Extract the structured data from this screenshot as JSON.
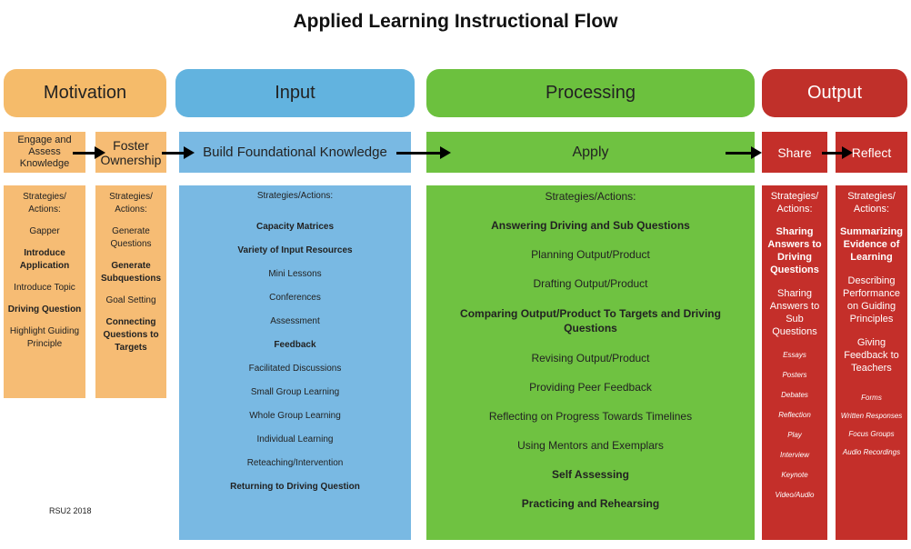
{
  "title": "Applied Learning Instructional Flow",
  "footnote": "RSU2 2018",
  "headers": {
    "motivation": "Motivation",
    "input": "Input",
    "processing": "Processing",
    "output": "Output"
  },
  "steps": {
    "engage": "Engage and Assess Knowledge",
    "foster": "Foster Ownership",
    "build": "Build Foundational Knowledge",
    "apply": "Apply",
    "share": "Share",
    "reflect": "Reflect"
  },
  "columns": {
    "engage": [
      {
        "text": "Strategies/ Actions:",
        "bold": false,
        "italic": false
      },
      {
        "text": "Gapper",
        "bold": false,
        "italic": false
      },
      {
        "text": "Introduce Application",
        "bold": true,
        "italic": false
      },
      {
        "text": "Introduce Topic",
        "bold": false,
        "italic": false
      },
      {
        "text": "Driving Question",
        "bold": true,
        "italic": false
      },
      {
        "text": "Highlight Guiding Principle",
        "bold": false,
        "italic": false
      }
    ],
    "foster": [
      {
        "text": "Strategies/ Actions:",
        "bold": false,
        "italic": false
      },
      {
        "text": "Generate Questions",
        "bold": false,
        "italic": false
      },
      {
        "text": "Generate Subquestions",
        "bold": true,
        "italic": false
      },
      {
        "text": "Goal Setting",
        "bold": false,
        "italic": false
      },
      {
        "text": "Connecting Questions to Targets",
        "bold": true,
        "italic": false
      }
    ],
    "input": [
      {
        "text": "Strategies/Actions:",
        "bold": false,
        "italic": false
      },
      {
        "text": "Capacity Matrices",
        "bold": true,
        "italic": false
      },
      {
        "text": "Variety of Input Resources",
        "bold": true,
        "italic": false
      },
      {
        "text": "Mini Lessons",
        "bold": false,
        "italic": false
      },
      {
        "text": "Conferences",
        "bold": false,
        "italic": false
      },
      {
        "text": "Assessment",
        "bold": false,
        "italic": false
      },
      {
        "text": "Feedback",
        "bold": true,
        "italic": false
      },
      {
        "text": "Facilitated Discussions",
        "bold": false,
        "italic": false
      },
      {
        "text": "Small Group Learning",
        "bold": false,
        "italic": false
      },
      {
        "text": "Whole Group Learning",
        "bold": false,
        "italic": false
      },
      {
        "text": "Individual Learning",
        "bold": false,
        "italic": false
      },
      {
        "text": "Reteaching/Intervention",
        "bold": false,
        "italic": false
      },
      {
        "text": "Returning to Driving Question",
        "bold": true,
        "italic": false
      }
    ],
    "processing": [
      {
        "text": "Strategies/Actions:",
        "bold": false,
        "italic": false
      },
      {
        "text": "Answering Driving and Sub Questions",
        "bold": true,
        "italic": false
      },
      {
        "text": "Planning Output/Product",
        "bold": false,
        "italic": false
      },
      {
        "text": "Drafting Output/Product",
        "bold": false,
        "italic": false
      },
      {
        "text": "Comparing Output/Product To Targets and Driving Questions",
        "bold": true,
        "italic": false
      },
      {
        "text": "Revising Output/Product",
        "bold": false,
        "italic": false
      },
      {
        "text": "Providing Peer Feedback",
        "bold": false,
        "italic": false
      },
      {
        "text": "Reflecting on Progress Towards Timelines",
        "bold": false,
        "italic": false
      },
      {
        "text": "Using Mentors and Exemplars",
        "bold": false,
        "italic": false
      },
      {
        "text": "Self Assessing",
        "bold": true,
        "italic": false
      },
      {
        "text": "Practicing and Rehearsing",
        "bold": true,
        "italic": false
      }
    ],
    "share": [
      {
        "text": "Strategies/ Actions:",
        "bold": false,
        "italic": false
      },
      {
        "text": "Sharing Answers to Driving Questions",
        "bold": true,
        "italic": false
      },
      {
        "text": "Sharing Answers to Sub Questions",
        "bold": false,
        "italic": false
      },
      {
        "text": "Essays",
        "bold": false,
        "italic": true
      },
      {
        "text": "Posters",
        "bold": false,
        "italic": true
      },
      {
        "text": "Debates",
        "bold": false,
        "italic": true
      },
      {
        "text": "Reflection",
        "bold": false,
        "italic": true
      },
      {
        "text": "Play",
        "bold": false,
        "italic": true
      },
      {
        "text": "Interview",
        "bold": false,
        "italic": true
      },
      {
        "text": "Keynote",
        "bold": false,
        "italic": true
      },
      {
        "text": "Video/Audio",
        "bold": false,
        "italic": true
      }
    ],
    "reflect": [
      {
        "text": "Strategies/ Actions:",
        "bold": false,
        "italic": false
      },
      {
        "text": "Summarizing Evidence of Learning",
        "bold": true,
        "italic": false
      },
      {
        "text": "Describing Performance on Guiding Principles",
        "bold": false,
        "italic": false
      },
      {
        "text": "Giving Feedback to Teachers",
        "bold": false,
        "italic": false
      },
      {
        "text": "Forms",
        "bold": false,
        "italic": true
      },
      {
        "text": "Written Responses",
        "bold": false,
        "italic": true
      },
      {
        "text": "Focus Groups",
        "bold": false,
        "italic": true
      },
      {
        "text": "Audio Recordings",
        "bold": false,
        "italic": true
      }
    ]
  },
  "colors": {
    "motivation": "#f5bb6a",
    "input": "#62b3df",
    "processing": "#6cc13e",
    "output": "#c0302a"
  }
}
